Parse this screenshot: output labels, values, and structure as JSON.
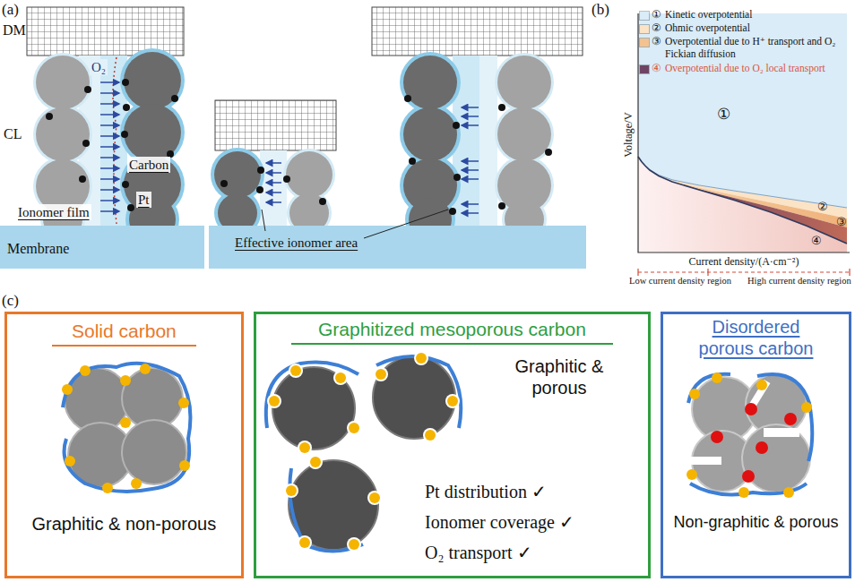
{
  "diagram": {
    "nodes": [
      {
        "text": [
          "Solid carbon",
          "Graphitic & non-porous"
        ]
      },
      {
        "text": [
          "Graphitized mesoporous carbon",
          "Graphitic & porous",
          "Pt distribution ✓",
          "Ionomer coverage ✓",
          "O₂ transport ✓"
        ]
      },
      {
        "text": [
          "Disordered porous carbon",
          "Non-graphitic & porous"
        ]
      }
    ],
    "labels": [
      "(a)",
      "DM",
      "CL",
      "O₂",
      "Carbon",
      "Pt",
      "Ionomer film",
      "Membrane",
      "Effective ionomer area",
      "(b)",
      "①",
      "②",
      "③",
      "④",
      "①",
      "②",
      "③",
      "④",
      "Voltage/V",
      "Current density/(A·cm⁻²)",
      "Low current density region",
      "High current density region",
      "(c)"
    ],
    "legend": [
      {
        "text": "Kinetic overpotential",
        "color": "#d9ecf7"
      },
      {
        "text": "Ohmic overpotential",
        "color": "#fbe3c6"
      },
      {
        "text": "Overpotential due to H⁺ transport and O₂ Fickian diffusion",
        "color": "#f4c28f"
      },
      {
        "text": "Overpotential due to O₂ local transport",
        "color": "#6e4464"
      }
    ]
  }
}
